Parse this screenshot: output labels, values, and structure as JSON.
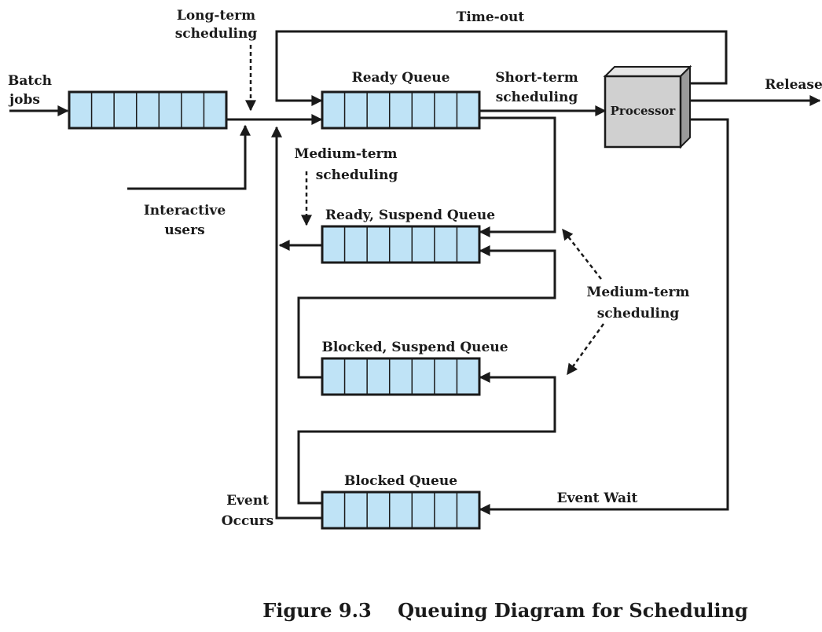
{
  "diagram": {
    "queues": {
      "batch": {
        "label": ""
      },
      "ready": {
        "label": "Ready Queue"
      },
      "ready_suspend": {
        "label": "Ready, Suspend Queue"
      },
      "blocked_suspend": {
        "label": "Blocked, Suspend Queue"
      },
      "blocked": {
        "label": "Blocked Queue"
      }
    },
    "processor": {
      "label": "Processor"
    },
    "labels": {
      "batch_jobs": [
        "Batch",
        "jobs"
      ],
      "long_term": [
        "Long-term",
        "scheduling"
      ],
      "timeout": "Time-out",
      "short_term": [
        "Short-term",
        "scheduling"
      ],
      "release": "Release",
      "medium_term_top": [
        "Medium-term",
        "scheduling"
      ],
      "interactive": [
        "Interactive",
        "users"
      ],
      "medium_term_right": [
        "Medium-term",
        "scheduling"
      ],
      "event_wait": "Event Wait",
      "event_occurs": [
        "Event",
        "Occurs"
      ]
    },
    "caption": "Figure 9.3    Queuing Diagram for Scheduling",
    "colors": {
      "queue_fill": "#bfe3f6",
      "processor_fill": "#d0d0d0",
      "line": "#1a1a1a"
    }
  }
}
